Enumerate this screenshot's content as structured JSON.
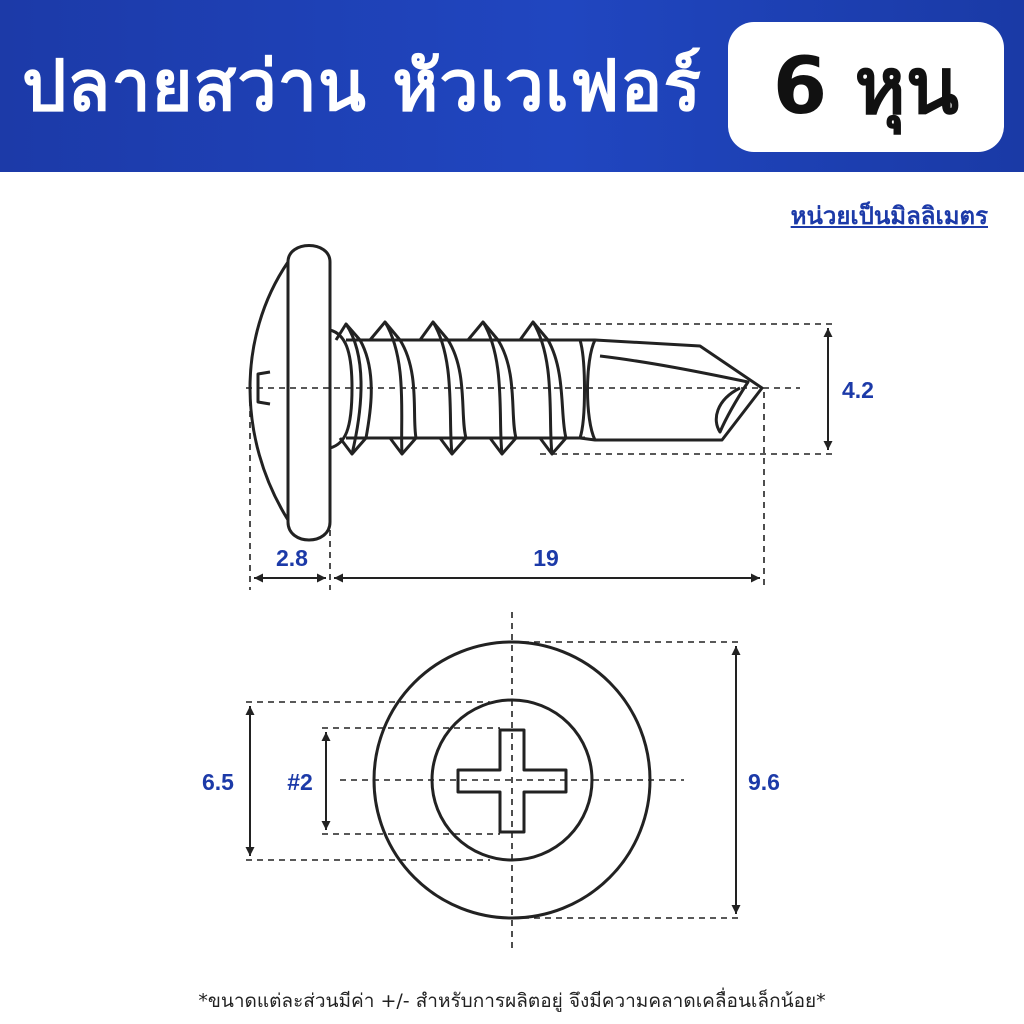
{
  "header": {
    "title": "ปลายสว่าน หัวเวเฟอร์",
    "size": "6 หุน"
  },
  "unit_note": "หน่วยเป็นมิลลิเมตร",
  "dimensions": {
    "thread_diameter": "4.2",
    "head_thickness": "2.8",
    "length": "19",
    "recess_outer": "6.5",
    "drive_size": "#2",
    "head_diameter": "9.6"
  },
  "footnote": "*ขนาดแต่ละส่วนมีค่า +/- สำหรับการผลิตอยู่ จึงมีความคลาดเคลื่อนเล็กน้อย*",
  "colors": {
    "header_blue": "#1c3aa8",
    "dimension_blue": "#1c3aa8",
    "line": "#222222"
  }
}
